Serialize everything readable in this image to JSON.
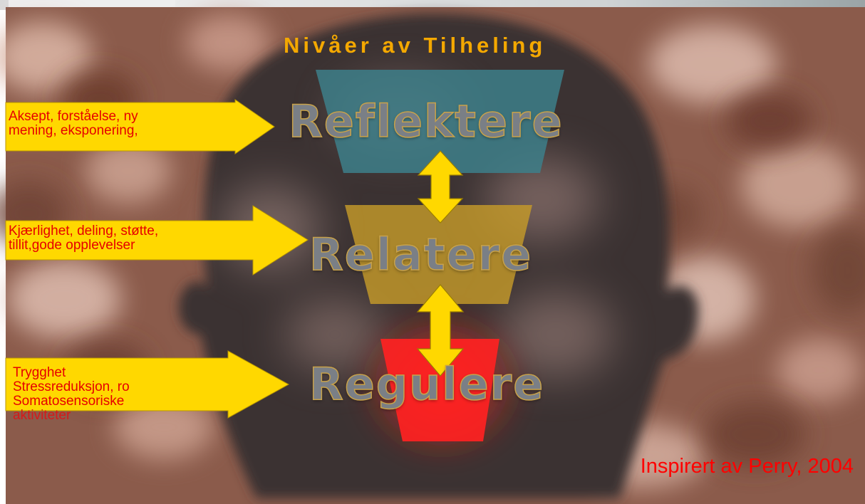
{
  "title": "Nivåer av Tilheling",
  "levels": {
    "reflect": "Reflektere",
    "relate": "Relatere",
    "regulate": "Regulere"
  },
  "arrows": {
    "reflect_text": [
      "Aksept, forståelse, ny",
      "mening, eksponering,"
    ],
    "relate_text": [
      "Kjærlighet, deling, støtte,",
      "tillit,gode opplevelser"
    ],
    "regulate_text": [
      "Trygghet",
      "Stressreduksjon, ro",
      "Somatosensoriske",
      "aktiviteter"
    ]
  },
  "credit": "Inspirert av Perry, 2004",
  "colors": {
    "title": "#f4a800",
    "reflect_tier": "#3d7f8a",
    "relate_tier": "#c49a2a",
    "regulate_tier": "#ff2222",
    "arrow_fill": "#ffd800",
    "arrow_text": "#e60000",
    "level_text": "#7a7f86",
    "background": "#8a5a4a",
    "head": "#3a3230"
  }
}
